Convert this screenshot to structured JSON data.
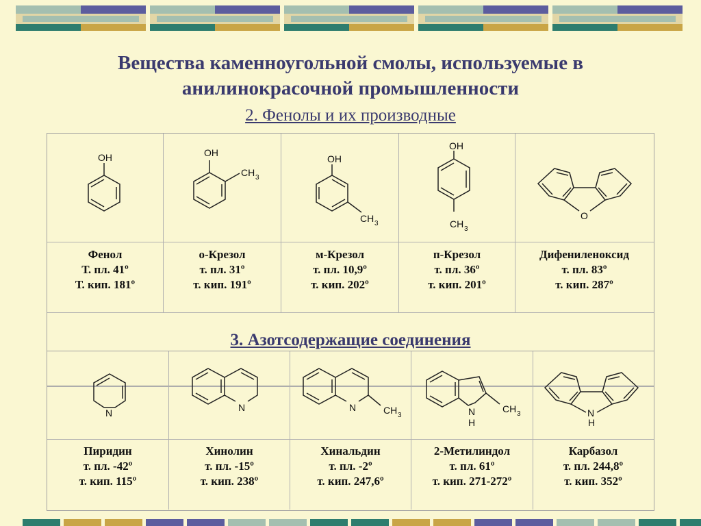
{
  "header": {
    "title_line1": "Вещества каменноугольной смолы, используемые в",
    "title_line2": "анилинокрасочной промышленности",
    "section1": "2. Фенолы и их производные",
    "section2": "3. Азотсодержащие соединения"
  },
  "decor_colors": [
    "#2e7d6e",
    "#c9a546",
    "#a4bfb0",
    "#5c5d9e",
    "#e2d6a6"
  ],
  "table1": [
    {
      "name": "Фенол",
      "mp": "Т. пл. 41º",
      "bp": "Т. кип. 181º",
      "icon": "phenol-structure"
    },
    {
      "name": "о-Крезол",
      "mp": "т. пл. 31º",
      "bp": "т. кип. 191º",
      "icon": "o-cresol-structure"
    },
    {
      "name": "м-Крезол",
      "mp": "т. пл. 10,9º",
      "bp": "т. кип. 202º",
      "icon": "m-cresol-structure"
    },
    {
      "name": "п-Крезол",
      "mp": "т. пл. 36º",
      "bp": "т. кип. 201º",
      "icon": "p-cresol-structure"
    },
    {
      "name": "Дифениленоксид",
      "mp": "т. пл. 83º",
      "bp": "т. кип. 287º",
      "icon": "dibenzofuran-structure"
    }
  ],
  "table2": [
    {
      "name": "Пиридин",
      "mp": "т. пл. -42º",
      "bp": "т. кип. 115º",
      "icon": "pyridine-structure"
    },
    {
      "name": "Хинолин",
      "mp": "т. пл. -15º",
      "bp": "т. кип. 238º",
      "icon": "quinoline-structure"
    },
    {
      "name": "Хинальдин",
      "mp": "т. пл. -2º",
      "bp": "т. кип. 247,6º",
      "icon": "quinaldine-structure"
    },
    {
      "name": "2-Метилиндол",
      "mp": "т. пл. 61º",
      "bp": "т. кип. 271-272º",
      "icon": "2-methylindole-structure"
    },
    {
      "name": "Карбазол",
      "mp": "т. пл. 244,8º",
      "bp": "т. кип. 352º",
      "icon": "carbazole-structure"
    }
  ],
  "atoms": {
    "OH": "OH",
    "CH": "CH",
    "three": "3",
    "N": "N",
    "O": "O",
    "H": "H"
  }
}
